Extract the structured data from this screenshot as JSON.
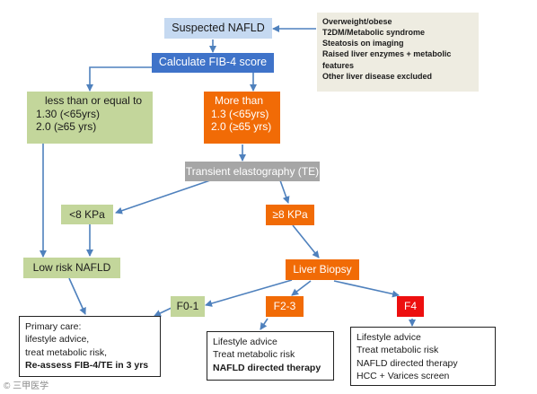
{
  "nodes": {
    "suspected_nafld": "Suspected NAFLD",
    "risk_factors": [
      "Overweight/obese",
      "T2DM/Metabolic syndrome",
      "Steatosis on imaging",
      "Raised liver enzymes + metabolic",
      "features",
      "Other liver disease excluded"
    ],
    "calculate_fib4": "Calculate FIB-4 score",
    "low_threshold": [
      "less than or equal to",
      "1.30 (<65yrs)",
      "2.0 (≥65 yrs)"
    ],
    "high_threshold": [
      "More than",
      "1.3 (<65yrs)",
      "2.0 (≥65 yrs)"
    ],
    "transient_elastography": "Transient elastography (TE)",
    "te_low": "<8 KPa",
    "te_high": "≥8 KPa",
    "low_risk": "Low risk NAFLD",
    "liver_biopsy": "Liver Biopsy",
    "f0_1": "F0-1",
    "f2_3": "F2-3",
    "f4": "F4",
    "primary_care": [
      "Primary care:",
      "lifestyle advice,",
      "treat metabolic risk,",
      "Re-assess FIB-4/TE in 3 yrs"
    ],
    "f2_3_actions": [
      "Lifestyle advice",
      "Treat metabolic risk",
      "NAFLD directed therapy"
    ],
    "f4_actions": [
      "Lifestyle advice",
      "Treat metabolic risk",
      "NAFLD directed therapy",
      "HCC + Varices screen"
    ]
  },
  "watermark": "© 三甲医学",
  "colors": {
    "arrow": "#4f81bd",
    "light_blue": "#c5d9f1",
    "blue": "#3f73c9",
    "green": "#c3d69b",
    "orange": "#f16b06",
    "red": "#ed0f0f",
    "grey": "#a6a6a6",
    "beige": "#eeece1"
  }
}
